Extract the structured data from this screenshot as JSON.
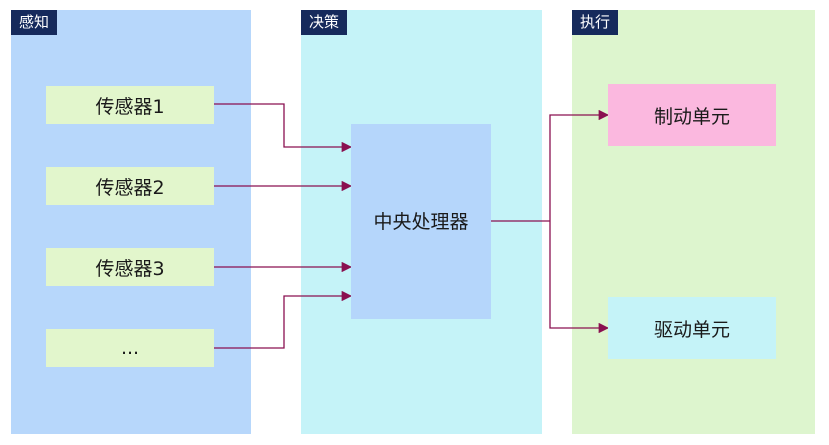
{
  "lanes": {
    "perception": {
      "title": "感知",
      "color": "#b7d7fb"
    },
    "decision": {
      "title": "决策",
      "color": "#c5f3f8"
    },
    "execution": {
      "title": "执行",
      "color": "#ddf5ce"
    }
  },
  "sensors": [
    "传感器1",
    "传感器2",
    "传感器3",
    "..."
  ],
  "processor": {
    "label": "中央处理器"
  },
  "actuators": {
    "brake": {
      "label": "制动单元",
      "color": "#fbb8df"
    },
    "drive": {
      "label": "驱动单元",
      "color": "#c5f3f8"
    }
  },
  "connector_color": "#8a1050"
}
